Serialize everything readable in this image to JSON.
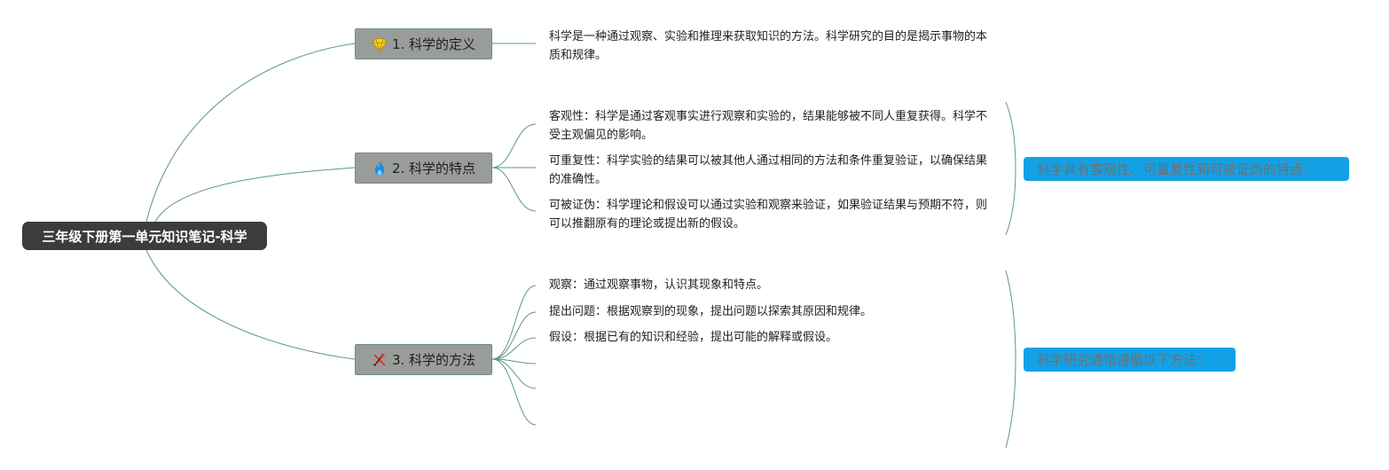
{
  "root": {
    "label": "三年级下册第一单元知识笔记-科学"
  },
  "branches": [
    {
      "label": "1. 科学的定义",
      "icon": "diamond-icon",
      "leaves": [
        "科学是一种通过观察、实验和推理来获取知识的方法。科学研究的目的是揭示事物的本质和规律。"
      ]
    },
    {
      "label": "2. 科学的特点",
      "icon": "flame-icon",
      "leaves": [
        "客观性：科学是通过客观事实进行观察和实验的，结果能够被不同人重复获得。科学不受主观偏见的影响。",
        "可重复性：科学实验的结果可以被其他人通过相同的方法和条件重复验证，以确保结果的准确性。",
        "可被证伪：科学理论和假设可以通过实验和观察来验证，如果验证结果与预期不符，则可以推翻原有的理论或提出新的假设。"
      ],
      "summary": "科学具有客观性、可重复性和可被证伪的特点："
    },
    {
      "label": "3. 科学的方法",
      "icon": "tools-icon",
      "leaves": [
        "观察：通过观察事物，认识其现象和特点。",
        "提出问题：根据观察到的现象，提出问题以探索其原因和规律。",
        "假设：根据已有的知识和经验，提出可能的解释或假设。"
      ],
      "summary": "科学研究通常遵循以下方法："
    }
  ],
  "colors": {
    "root_background": "#3c3c3c",
    "branch_background": "#9a9c9a",
    "connector": "#5a9a7e",
    "summary_background": "#13a1e6",
    "summary_text": "#6f6f6f"
  }
}
